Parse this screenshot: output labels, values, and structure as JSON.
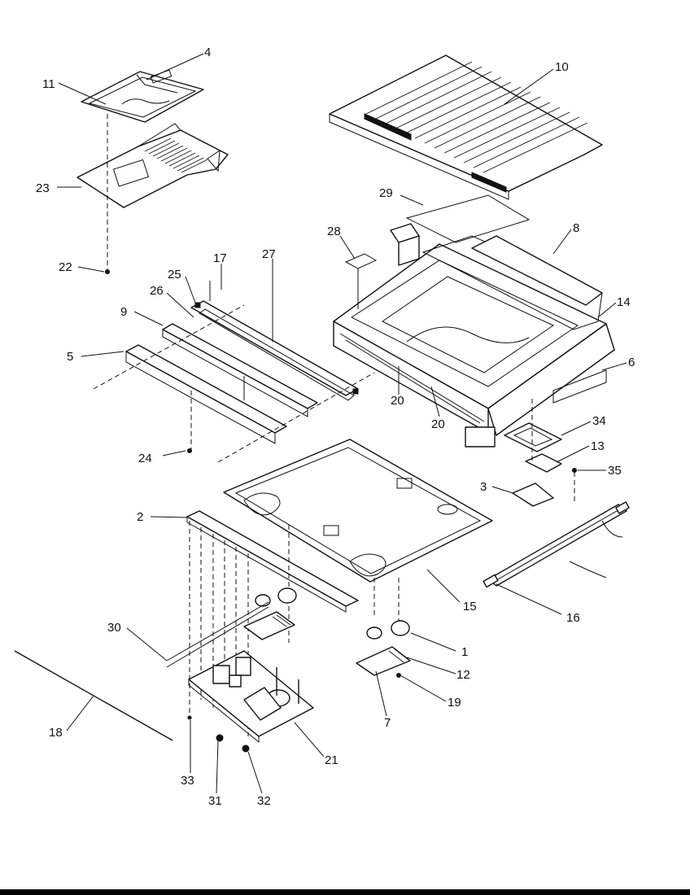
{
  "callouts": [
    {
      "id": "c4",
      "label": "4"
    },
    {
      "id": "c10",
      "label": "10"
    },
    {
      "id": "c11",
      "label": "11"
    },
    {
      "id": "c23",
      "label": "23"
    },
    {
      "id": "c29",
      "label": "29"
    },
    {
      "id": "c28",
      "label": "28"
    },
    {
      "id": "c8",
      "label": "8"
    },
    {
      "id": "c22",
      "label": "22"
    },
    {
      "id": "c17",
      "label": "17"
    },
    {
      "id": "c27",
      "label": "27"
    },
    {
      "id": "c25",
      "label": "25"
    },
    {
      "id": "c26",
      "label": "26"
    },
    {
      "id": "c14",
      "label": "14"
    },
    {
      "id": "c9",
      "label": "9"
    },
    {
      "id": "c5",
      "label": "5"
    },
    {
      "id": "c6",
      "label": "6"
    },
    {
      "id": "c20a",
      "label": "20"
    },
    {
      "id": "c20b",
      "label": "20"
    },
    {
      "id": "c34",
      "label": "34"
    },
    {
      "id": "c13",
      "label": "13"
    },
    {
      "id": "c24",
      "label": "24"
    },
    {
      "id": "c35",
      "label": "35"
    },
    {
      "id": "c3",
      "label": "3"
    },
    {
      "id": "c2",
      "label": "2"
    },
    {
      "id": "c15",
      "label": "15"
    },
    {
      "id": "c16",
      "label": "16"
    },
    {
      "id": "c30",
      "label": "30"
    },
    {
      "id": "c1",
      "label": "1"
    },
    {
      "id": "c12",
      "label": "12"
    },
    {
      "id": "c19",
      "label": "19"
    },
    {
      "id": "c7",
      "label": "7"
    },
    {
      "id": "c18",
      "label": "18"
    },
    {
      "id": "c21",
      "label": "21"
    },
    {
      "id": "c33",
      "label": "33"
    },
    {
      "id": "c31",
      "label": "31"
    },
    {
      "id": "c32",
      "label": "32"
    }
  ]
}
